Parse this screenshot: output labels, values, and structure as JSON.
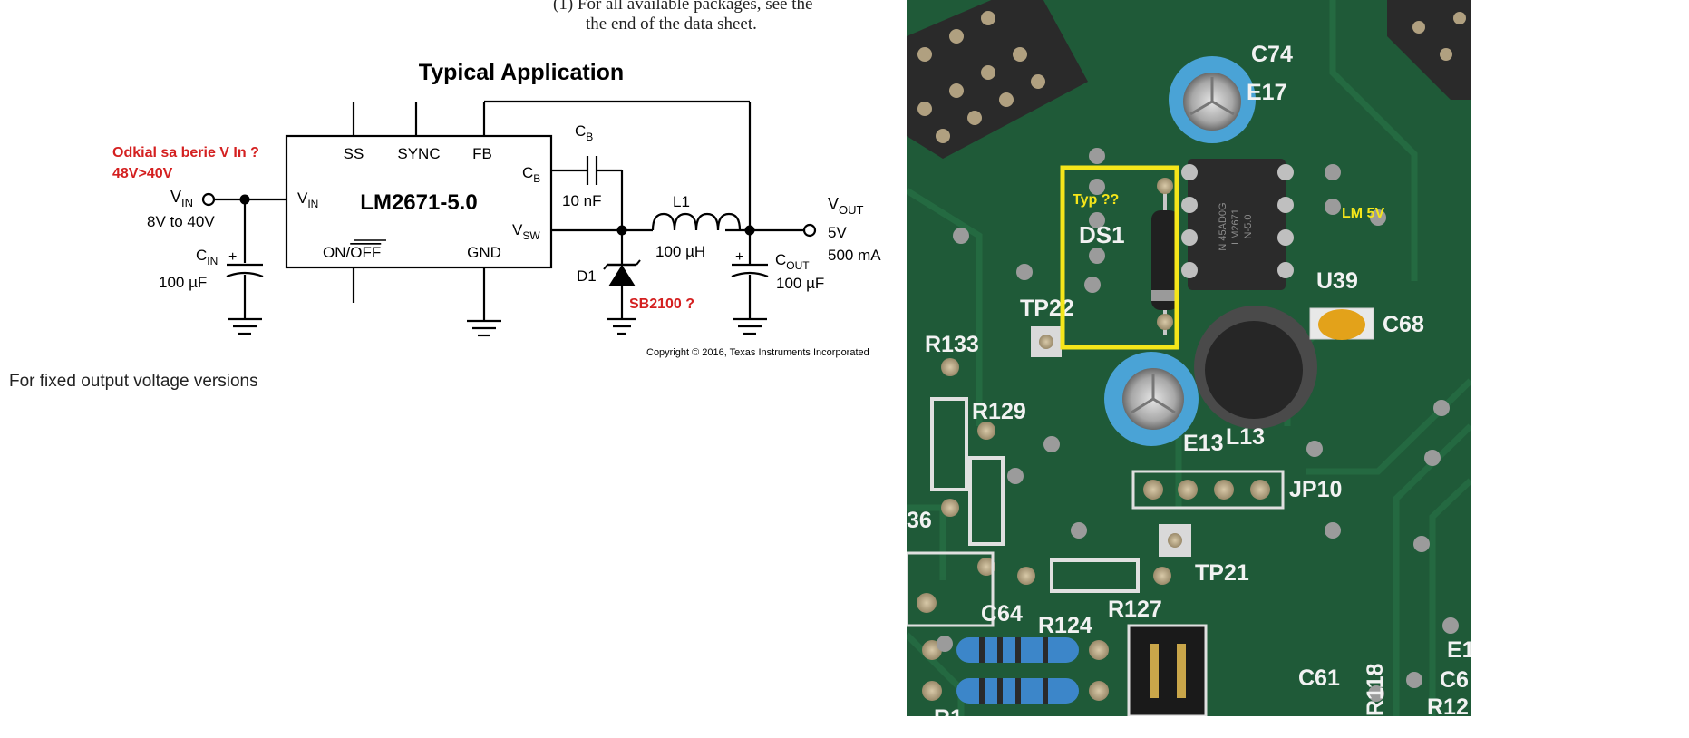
{
  "datasheet": {
    "footnote_line1": "(1)  For all available packages, see the",
    "footnote_line2": "the end of the data sheet.",
    "title": "Typical Application",
    "ic_label": "LM2671-5.0",
    "pins": {
      "ss": "SS",
      "sync": "SYNC",
      "fb": "FB",
      "vin": "V",
      "vin_sub": "IN",
      "vsw": "V",
      "vsw_sub": "SW",
      "on_off": "ON/",
      "off": "OFF",
      "gnd": "GND",
      "cb_pin": "C",
      "cb_pin_sub": "B"
    },
    "input": {
      "label": "V",
      "label_sub": "IN",
      "range": "8V to 40V"
    },
    "cin": {
      "label": "C",
      "label_sub": "IN",
      "value": "100 µF",
      "plus": "+"
    },
    "cb": {
      "label": "C",
      "label_sub": "B",
      "value": "10 nF"
    },
    "inductor": {
      "label": "L1",
      "value": "100 µH"
    },
    "diode": {
      "label": "D1"
    },
    "cout": {
      "label": "C",
      "label_sub": "OUT",
      "value": "100 µF",
      "plus": "+"
    },
    "output": {
      "label": "V",
      "label_sub": "OUT",
      "voltage": "5V",
      "current": "500 mA"
    },
    "copyright": "Copyright © 2016, Texas Instruments Incorporated",
    "caption": "For fixed output voltage versions"
  },
  "annotations": {
    "vin_question": "Odkial sa berie V In ?",
    "vin_range": "48V>40V",
    "diode_question": "SB2100 ?",
    "ds1_type": "Typ ??",
    "lm_note": "LM 5V",
    "color_red": "#d42020",
    "color_yellow": "#f5e61a"
  },
  "pcb": {
    "labels": {
      "c74": "C74",
      "e17": "E17",
      "ds1": "DS1",
      "u39": "U39",
      "tp22": "TP22",
      "c68": "C68",
      "r133": "R133",
      "r129": "R129",
      "e13": "E13",
      "l13": "L13",
      "jp10": "JP10",
      "r36": "36",
      "tp21": "TP21",
      "c64": "C64",
      "r124": "R124",
      "r127": "R127",
      "c61": "C61",
      "e1": "E1",
      "r118": "R118",
      "c6": "C6",
      "r12": "R12",
      "r1": "R1"
    },
    "chip_marking": {
      "line1": "N 45AD0G",
      "line2": "LM2671",
      "line3": "N-5.0"
    },
    "board_color": "#1f5a38"
  }
}
